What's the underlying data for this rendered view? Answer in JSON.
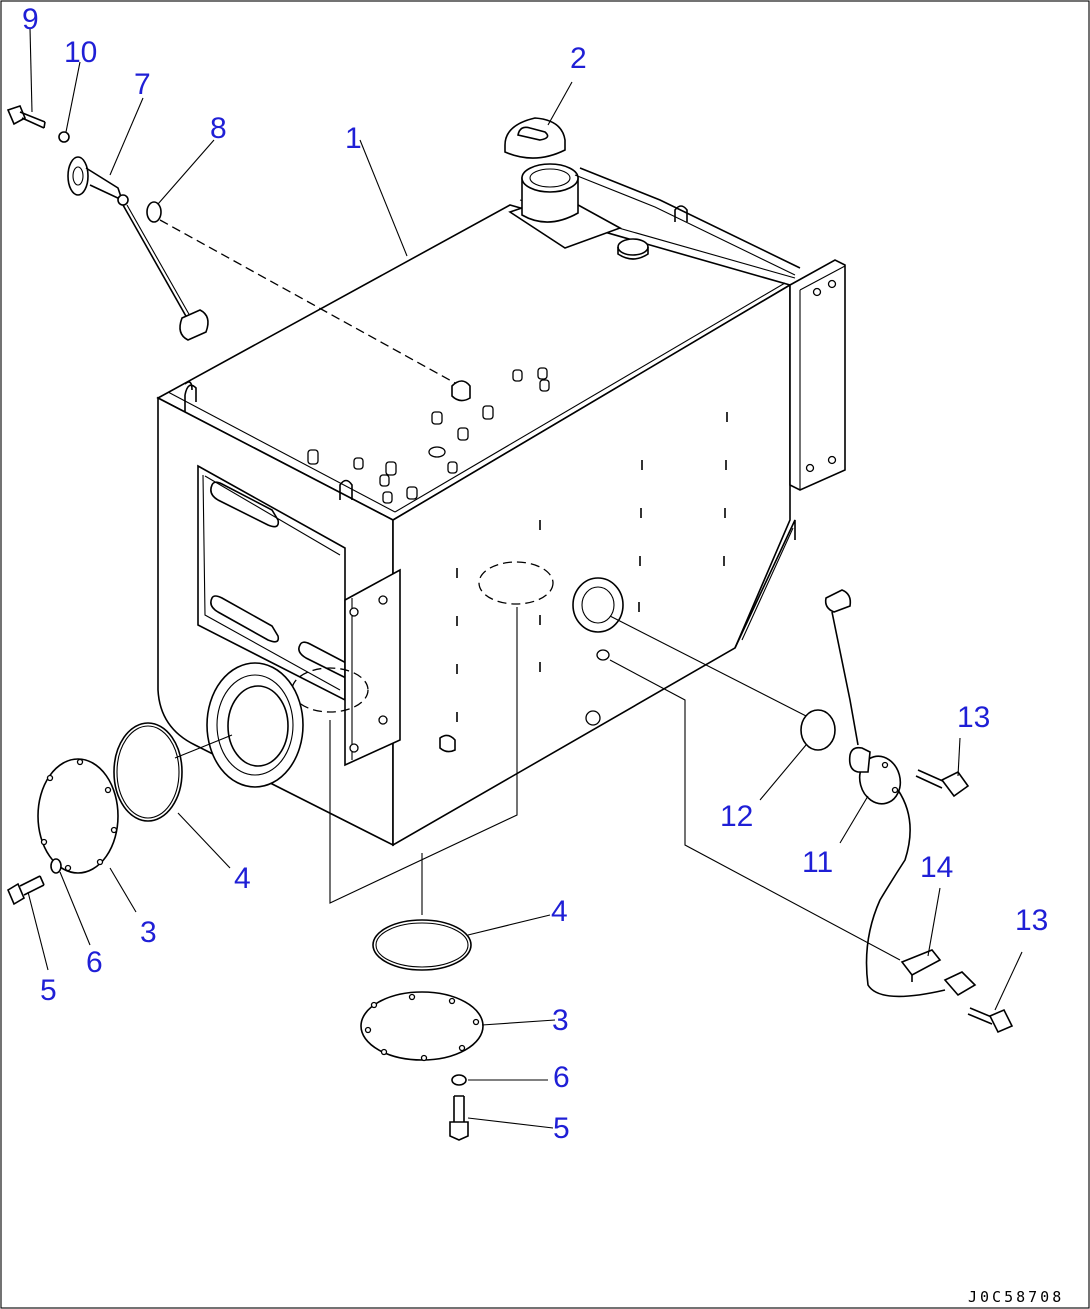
{
  "callouts": {
    "c1": "1",
    "c2": "2",
    "c3a": "3",
    "c3b": "3",
    "c4a": "4",
    "c4b": "4",
    "c5a": "5",
    "c5b": "5",
    "c6a": "6",
    "c6b": "6",
    "c7": "7",
    "c8": "8",
    "c9": "9",
    "c10": "10",
    "c11": "11",
    "c12": "12",
    "c13a": "13",
    "c13b": "13",
    "c14": "14"
  },
  "drawing_code": "J0C58708",
  "colors": {
    "callout": "#1f1fd6",
    "line": "#000000",
    "background": "#ffffff"
  }
}
